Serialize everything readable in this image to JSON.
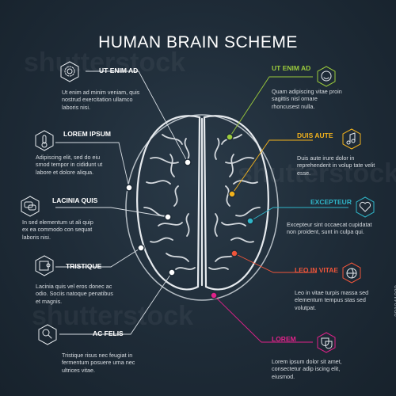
{
  "title": "HUMAN BRAIN SCHEME",
  "watermark": "281041080",
  "left_items": [
    {
      "label": "UT ENIM AD",
      "text": "Ut enim ad minim veniam, quis nostrud exercitation ullamco laboris nisi.",
      "icon": "gear-icon"
    },
    {
      "label": "LOREM IPSUM",
      "text": "Adipiscing elit, sed do eiu smod tempor in cididunt ut labore et dolore aliqua.",
      "icon": "thermometer-icon"
    },
    {
      "label": "LACINIA QUIS",
      "text": "In sed elementum ut ali quip ex ea commodo con sequat laboris nisi.",
      "icon": "chat-bubbles-icon"
    },
    {
      "label": "TRISTIQUE",
      "text": "Lacinia quis vel eros donec ac odio. Sociis natoque penatibus et magnis.",
      "icon": "puzzle-icon"
    },
    {
      "label": "AC FELIS",
      "text": "Tristique risus nec feugiat in fermentum posuere urna nec ultrices vitae.",
      "icon": "magnifier-icon"
    }
  ],
  "right_items": [
    {
      "label": "UT ENIM AD",
      "text": "Quam adipiscing vitae proin sagittis nisl ornare rhoncusest nulla.",
      "icon": "smiley-icon",
      "color": "#9ccc3c"
    },
    {
      "label": "DUIS AUTE",
      "text": "Duis aute irure dolor in reprehenderit in volup tate velit esse.",
      "icon": "music-note-icon",
      "color": "#f2b21c"
    },
    {
      "label": "EXCEPTEUR",
      "text": "Excepteur sint occaecat cupidatat non proident, sunt in culpa qui.",
      "icon": "heart-icon",
      "color": "#2fb5c8"
    },
    {
      "label": "LEO IN VITAE",
      "text": "Leo in vitae turpis massa sed elementum tempus stas sed volutpat.",
      "icon": "basketball-icon",
      "color": "#f0553a"
    },
    {
      "label": "LOREM",
      "text": "Lorem ipsum dolor sit amet, consectetur adip iscing elit, eiusmod.",
      "icon": "theater-masks-icon",
      "color": "#e0228a"
    }
  ]
}
